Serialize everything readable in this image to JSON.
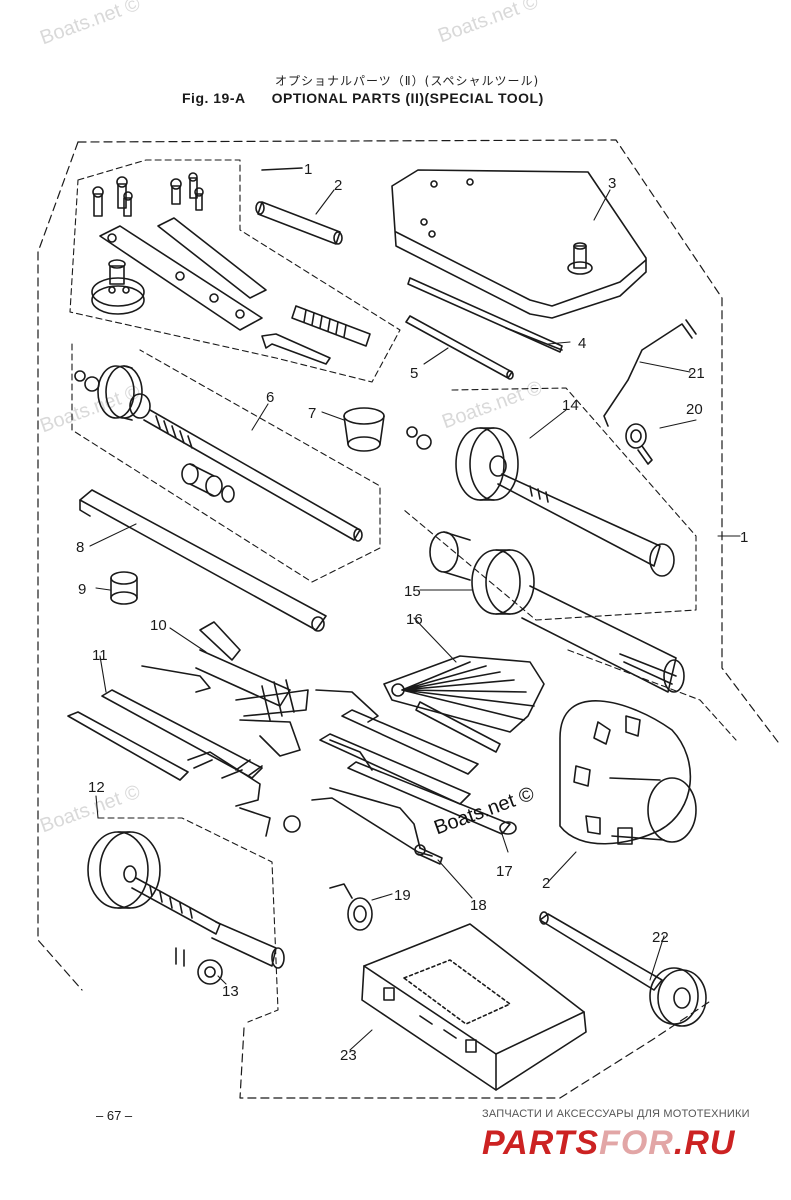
{
  "header": {
    "title_jp": "オプショナルパーツ（Ⅱ）(スペシャルツール)",
    "fig_label": "Fig. 19-A",
    "title_en": "OPTIONAL PARTS (II)(SPECIAL TOOL)"
  },
  "watermarks": {
    "top": "Boats.net ©",
    "top_center": "Boats.net ©",
    "left_mid": "Boats.net ©",
    "center": "Boats.net ©",
    "left_low": "Boats.net ©",
    "main": "Boats.net ©"
  },
  "callouts": [
    "1",
    "2",
    "3",
    "4",
    "5",
    "21",
    "6",
    "7",
    "14",
    "20",
    "1",
    "8",
    "9",
    "15",
    "10",
    "16",
    "11",
    "12",
    "17",
    "2",
    "18",
    "19",
    "22",
    "13",
    "23"
  ],
  "footer": {
    "page_number": "– 67 –",
    "brand_tagline": "ЗАПЧАСТИ И АКСЕССУАРЫ ДЛЯ МОТОТЕХНИКИ",
    "brand_prefix": "PARTS",
    "brand_mid": "FOR",
    "brand_suffix": ".RU"
  }
}
